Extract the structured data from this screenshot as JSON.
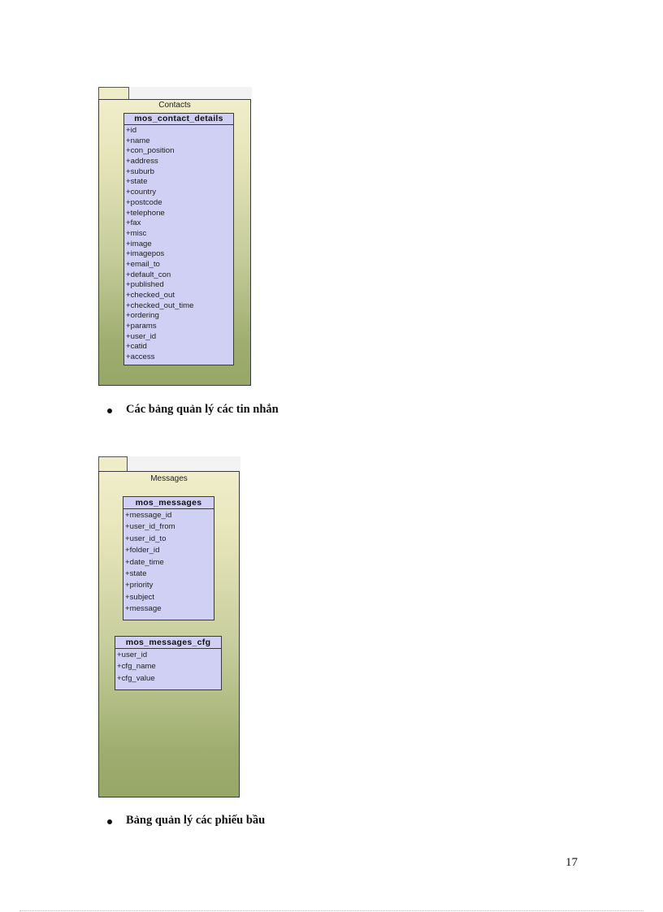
{
  "diagrams": {
    "contacts": {
      "package_name": "Contacts",
      "classes": [
        {
          "name": "mos_contact_details",
          "attributes": [
            "+id",
            "+name",
            "+con_position",
            "+address",
            "+suburb",
            "+state",
            "+country",
            "+postcode",
            "+telephone",
            "+fax",
            "+misc",
            "+image",
            "+imagepos",
            "+email_to",
            "+default_con",
            "+published",
            "+checked_out",
            "+checked_out_time",
            "+ordering",
            "+params",
            "+user_id",
            "+catid",
            "+access"
          ]
        }
      ]
    },
    "messages": {
      "package_name": "Messages",
      "classes": [
        {
          "name": "mos_messages",
          "attributes": [
            "+message_id",
            "+user_id_from",
            "+user_id_to",
            "+folder_id",
            "+date_time",
            "+state",
            "+priority",
            "+subject",
            "+message"
          ]
        },
        {
          "name": "mos_messages_cfg",
          "attributes": [
            "+user_id",
            "+cfg_name",
            "+cfg_value"
          ]
        }
      ]
    }
  },
  "bullets": [
    "Các bảng quản lý các tin nhắn",
    "Bảng quản lý các phiếu bầu"
  ],
  "page_number": "17"
}
